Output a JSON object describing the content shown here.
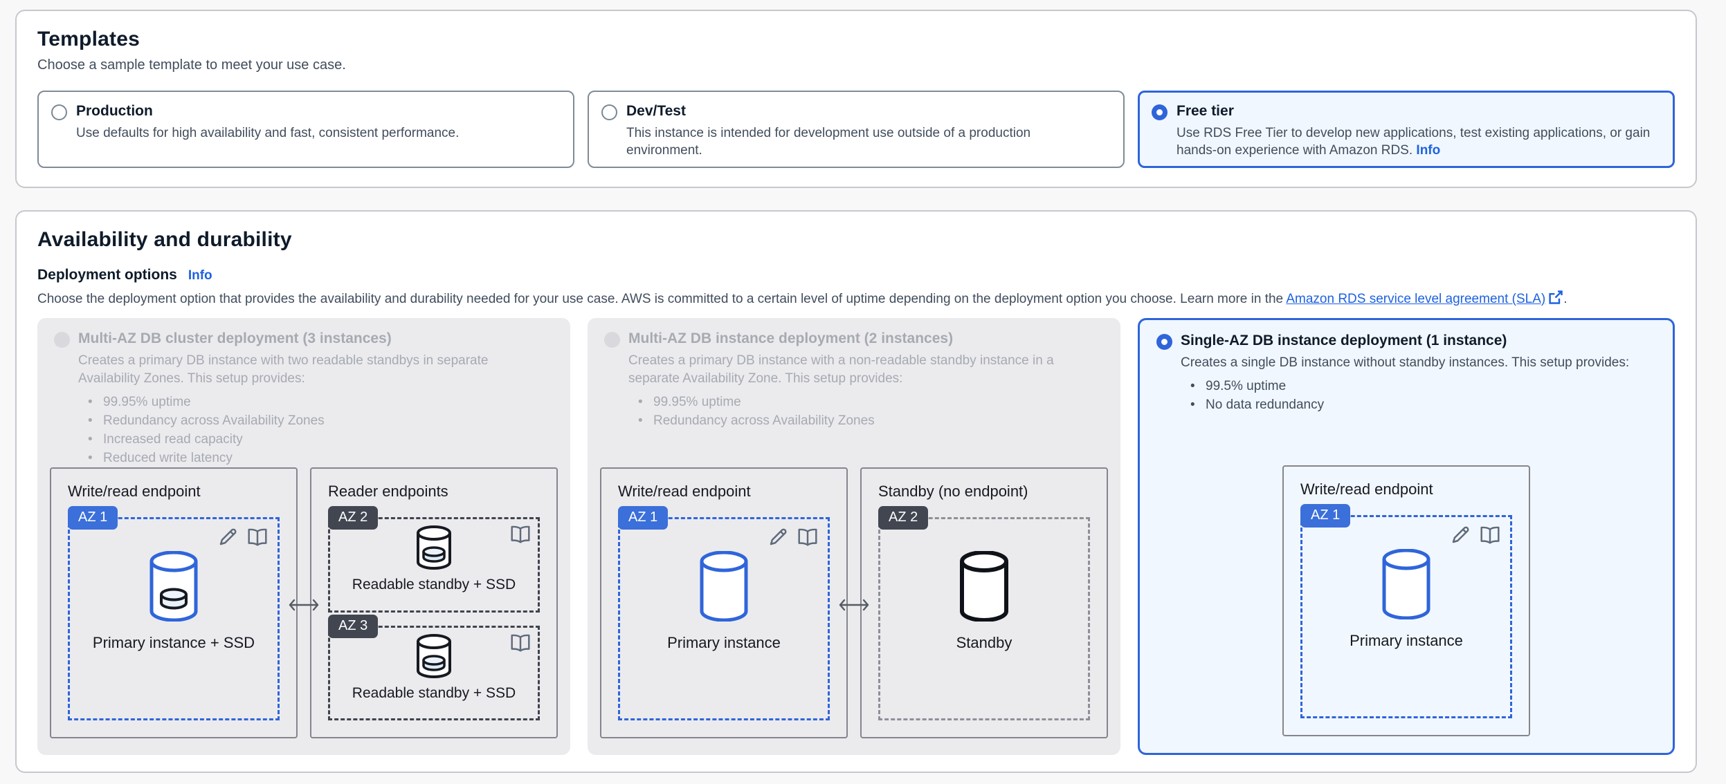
{
  "colors": {
    "accent-blue": "#2f65da",
    "badge-blue": "#3b6fd9",
    "badge-dark": "#414650",
    "link-blue": "#1e62e0",
    "selected-bg": "#f1f7fe",
    "disabled-bg": "#ebebee"
  },
  "templates": {
    "title": "Templates",
    "subtitle": "Choose a sample template to meet your use case.",
    "cards": [
      {
        "label": "Production",
        "description": "Use defaults for high availability and fast, consistent performance.",
        "selected": false
      },
      {
        "label": "Dev/Test",
        "description": "This instance is intended for development use outside of a production environment.",
        "selected": false
      },
      {
        "label": "Free tier",
        "description": "Use RDS Free Tier to develop new applications, test existing applications, or gain hands-on experience with Amazon RDS.",
        "info_label": "Info",
        "selected": true
      }
    ]
  },
  "availability": {
    "title": "Availability and durability",
    "deployment_options_label": "Deployment options",
    "info_label": "Info",
    "description_prefix": "Choose the deployment option that provides the availability and durability needed for your use case. AWS is committed to a certain level of uptime depending on the deployment option you choose. Learn more in the ",
    "description_link": "Amazon RDS service level agreement (SLA)",
    "description_suffix": ".",
    "options": [
      {
        "title": "Multi-AZ DB cluster deployment (3 instances)",
        "description": "Creates a primary DB instance with two readable standbys in separate Availability Zones. This setup provides:",
        "bullets": [
          "99.95% uptime",
          "Redundancy across Availability Zones",
          "Increased read capacity",
          "Reduced write latency"
        ],
        "state": "disabled"
      },
      {
        "title": "Multi-AZ DB instance deployment (2 instances)",
        "description": "Creates a primary DB instance with a non-readable standby instance in a separate Availability Zone. This setup provides:",
        "bullets": [
          "99.95% uptime",
          "Redundancy across Availability Zones"
        ],
        "state": "disabled"
      },
      {
        "title": "Single-AZ DB instance deployment (1 instance)",
        "description": "Creates a single DB instance without standby instances. This setup provides:",
        "bullets": [
          "99.5% uptime",
          "No data redundancy"
        ],
        "state": "selected"
      }
    ],
    "diagrams": {
      "cluster": {
        "writer": {
          "title": "Write/read endpoint",
          "az": "AZ 1",
          "label": "Primary instance + SSD"
        },
        "readers": {
          "title": "Reader endpoints",
          "items": [
            {
              "az": "AZ 2",
              "label": "Readable standby + SSD"
            },
            {
              "az": "AZ 3",
              "label": "Readable standby + SSD"
            }
          ]
        }
      },
      "instance": {
        "writer": {
          "title": "Write/read endpoint",
          "az": "AZ 1",
          "label": "Primary instance"
        },
        "standby": {
          "title": "Standby (no endpoint)",
          "az": "AZ 2",
          "label": "Standby"
        }
      },
      "single": {
        "writer": {
          "title": "Write/read endpoint",
          "az": "AZ 1",
          "label": "Primary instance"
        }
      }
    }
  }
}
